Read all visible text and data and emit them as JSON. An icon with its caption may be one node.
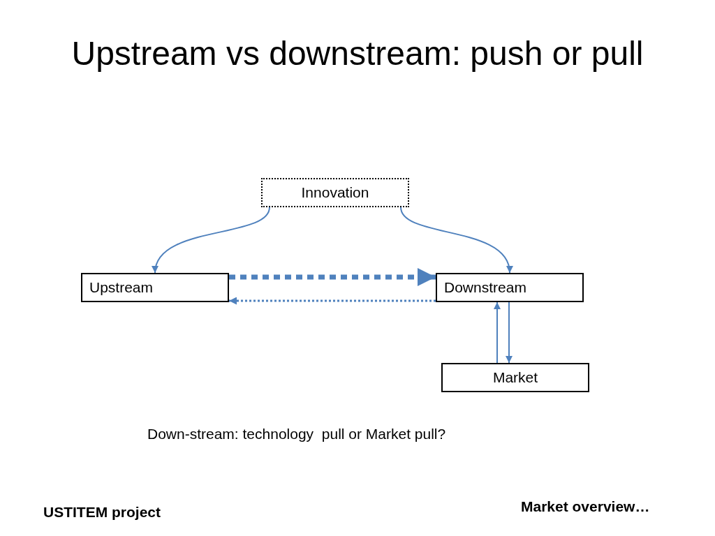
{
  "diagram": {
    "title": "Upstream vs downstream: push or pull",
    "nodes": [
      {
        "text": [
          "Innovation"
        ]
      },
      {
        "text": [
          "Upstream"
        ]
      },
      {
        "text": [
          "Downstream"
        ]
      },
      {
        "text": [
          "Market"
        ]
      }
    ],
    "edges": [
      {
        "from": 0,
        "to": 1,
        "arrow": "to"
      },
      {
        "from": 0,
        "to": 2,
        "arrow": "to"
      },
      {
        "from": 1,
        "to": 2,
        "arrow": "to",
        "style": "dashed"
      },
      {
        "from": 2,
        "to": 1,
        "arrow": "to",
        "style": "dashed"
      },
      {
        "from": 3,
        "to": 2,
        "arrow": "to"
      },
      {
        "from": 2,
        "to": 3,
        "arrow": "to"
      }
    ],
    "labels": [
      "Down-stream: technology  pull or Market pull?",
      "USTITEM project",
      "Market overview…"
    ]
  }
}
